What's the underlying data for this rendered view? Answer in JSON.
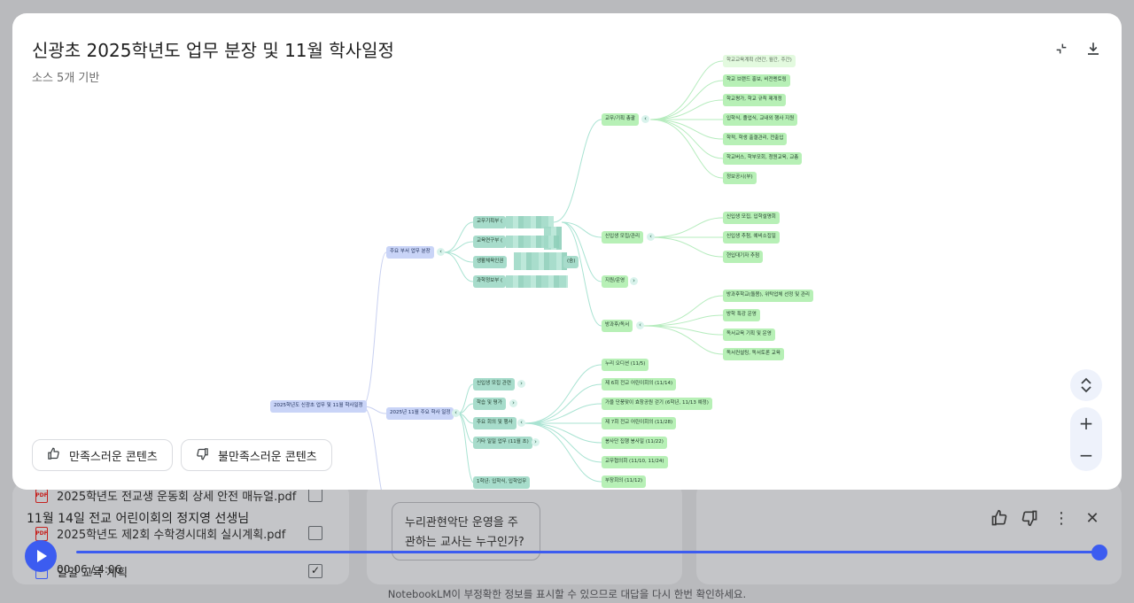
{
  "modal": {
    "title": "신광초 2025학년도 업무 분장 및 11월 학사일정",
    "subtitle": "소스 5개 기반",
    "feedback_positive": "만족스러운 콘텐츠",
    "feedback_negative": "불만족스러운 콘텐츠"
  },
  "mindmap": {
    "root": "2025학년도 신광초 업무 및 11월 학사일정",
    "level1": [
      "주요 부서 업무 분장",
      "2025년 11월 주요 학사 일정"
    ],
    "depts": [
      "교무기획부 (",
      "교육연구부 (",
      "생활체육인권",
      "과학정보부 ("
    ],
    "dept_tail": "(숨)",
    "dept_children": [
      "교무/기획 총괄",
      "신입생 모집/관리",
      "지원/운영",
      "방과후/독서"
    ],
    "task_planning": [
      "학교교육계획 (연간, 월간, 주간)",
      "학교 브랜드 홍보, 비전멘토링",
      "학교평가, 학교 규칙 제개정",
      "입학식, 졸업식, 교내외 행사 지원",
      "학적, 학생 출결관리, 전출입",
      "학교버스, 학부모회, 청원교육, 교총",
      "정보공시(부)"
    ],
    "task_freshman": [
      "신입생 모집, 입학설명회",
      "신입생 추첨, 예비소집일",
      "현입대기자 추첨"
    ],
    "task_afterschool": [
      "방과후학교(돌봄), 위탁업체 선정 및 관리",
      "방학 특강 운영",
      "독서교육 기획 및 운영",
      "독서컨설팅, 독서토론 교육"
    ],
    "schedule": [
      "신입생 모집 관련",
      "학습 및 평가",
      "주요 회의 및 행사",
      "기타 일일 업무 (11월 초)"
    ],
    "schedule_items": [
      "누리 오디션 (11/5)",
      "제 6회 전교 어린이회의 (11/14)",
      "가을 단풍맞이 효창공원 걷기 (6학년, 11/13 예정)",
      "제 7회 전교 어린이회의 (11/28)",
      "봉사단 집행 봉사일 (11/22)",
      "교무협의회 (11/10, 11/24)",
      "부장회의 (11/12)"
    ],
    "bottom_partial": "1학년: 입학식, 입학업무"
  },
  "background": {
    "sources": [
      {
        "name": "2025학년도 전교생 운동회 상세 안전 매뉴얼.pdf",
        "checked": "",
        "type": "PDF"
      },
      {
        "name": "2025학년도 제2회 수학경시대회 실시계획.pdf",
        "checked": "",
        "type": "PDF"
      },
      {
        "name": "일일 교육 계획",
        "checked": "✓",
        "type": ""
      }
    ],
    "suggestion": "누리관현악단 운영을 주관하는 교사는 누구인가?",
    "audio_title": "11월 14일 전교 어린이회의 정지영 선생님",
    "audio_time": "00:06 / 4:06",
    "disclaimer": "NotebookLM이 부정확한 정보를 표시할 수 있으므로 대답을 다시 한번 확인하세요."
  },
  "icons": [
    "collapse-icon",
    "download-icon",
    "thumb-up-icon",
    "thumb-down-icon",
    "expand-collapse-icon",
    "zoom-in-icon",
    "zoom-out-icon",
    "more-icon",
    "close-icon",
    "play-icon"
  ]
}
